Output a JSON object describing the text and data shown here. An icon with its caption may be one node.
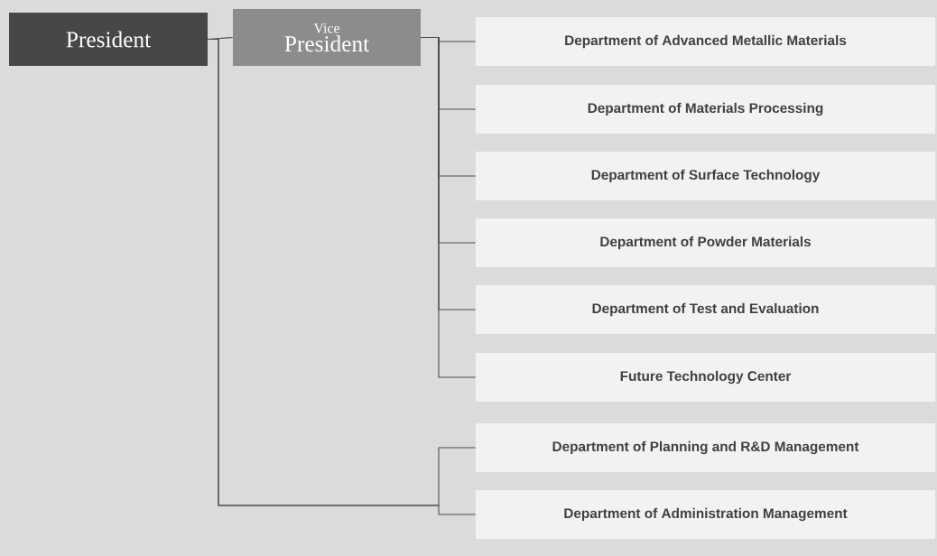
{
  "diagram": {
    "nodes": [
      {
        "text": [
          "President"
        ]
      },
      {
        "text": [
          "Vice",
          "President"
        ]
      },
      {
        "text": [
          "Department of Advanced Metallic Materials"
        ]
      },
      {
        "text": [
          "Department of Materials Processing"
        ]
      },
      {
        "text": [
          "Department of Surface Technology"
        ]
      },
      {
        "text": [
          "Department of Powder Materials"
        ]
      },
      {
        "text": [
          "Department of Test  and Evaluation"
        ]
      },
      {
        "text": [
          "Future Technology Center"
        ]
      },
      {
        "text": [
          "Department of Planning and R&D Management"
        ]
      },
      {
        "text": [
          "Department of Administration Management"
        ]
      }
    ],
    "edges": [
      {
        "from": 0,
        "to": 1,
        "arrow": "none"
      },
      {
        "from": 1,
        "to": 2,
        "arrow": "none"
      },
      {
        "from": 1,
        "to": 3,
        "arrow": "none"
      },
      {
        "from": 1,
        "to": 4,
        "arrow": "none"
      },
      {
        "from": 1,
        "to": 5,
        "arrow": "none"
      },
      {
        "from": 1,
        "to": 6,
        "arrow": "none"
      },
      {
        "from": 1,
        "to": 7,
        "arrow": "none"
      },
      {
        "from": 0,
        "to": 8,
        "arrow": "none"
      },
      {
        "from": 0,
        "to": 9,
        "arrow": "none"
      }
    ]
  }
}
